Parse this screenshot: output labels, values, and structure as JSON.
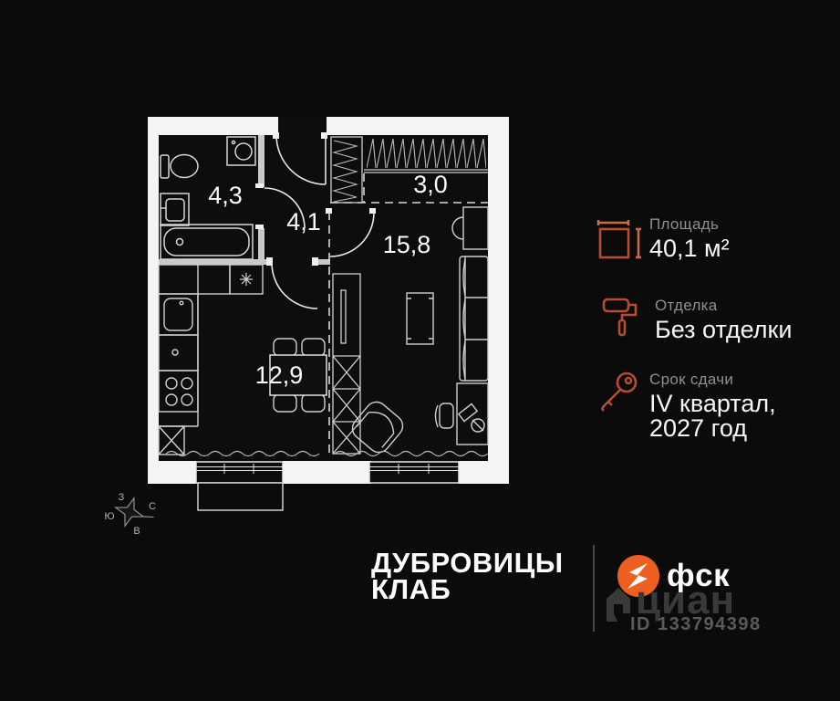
{
  "plan": {
    "rooms": [
      {
        "name": "bathroom",
        "area_label": "4,3"
      },
      {
        "name": "hallway",
        "area_label": "4,1"
      },
      {
        "name": "wardrobe",
        "area_label": "3,0"
      },
      {
        "name": "living-room",
        "area_label": "15,8"
      },
      {
        "name": "kitchen",
        "area_label": "12,9"
      }
    ],
    "compass": {
      "top": "З",
      "right": "С",
      "left": "Ю",
      "bottom": "В"
    }
  },
  "info_panel": {
    "items": [
      {
        "icon": "area-icon",
        "label": "Площадь",
        "value": "40,1 м²",
        "value2": ""
      },
      {
        "icon": "paint-roller-icon",
        "label": "Отделка",
        "value": "Без отделки",
        "value2": ""
      },
      {
        "icon": "key-icon",
        "label": "Срок сдачи",
        "value": "IV квартал,",
        "value2": "2027 год"
      }
    ]
  },
  "branding": {
    "project_name_line1": "ДУБРОВИЦЫ",
    "project_name_line2": "КЛАБ",
    "developer_name": "фск",
    "watermark_text": "циан",
    "watermark_id": "ID 133794398"
  },
  "colors": {
    "background": "#0b0b0b",
    "walls": "#f4f4f4",
    "accent_orange": "#ee5f22",
    "icon_stroke": "#b84b31",
    "label_gray": "#8f8f8f",
    "watermark_gray": "#39393b"
  }
}
